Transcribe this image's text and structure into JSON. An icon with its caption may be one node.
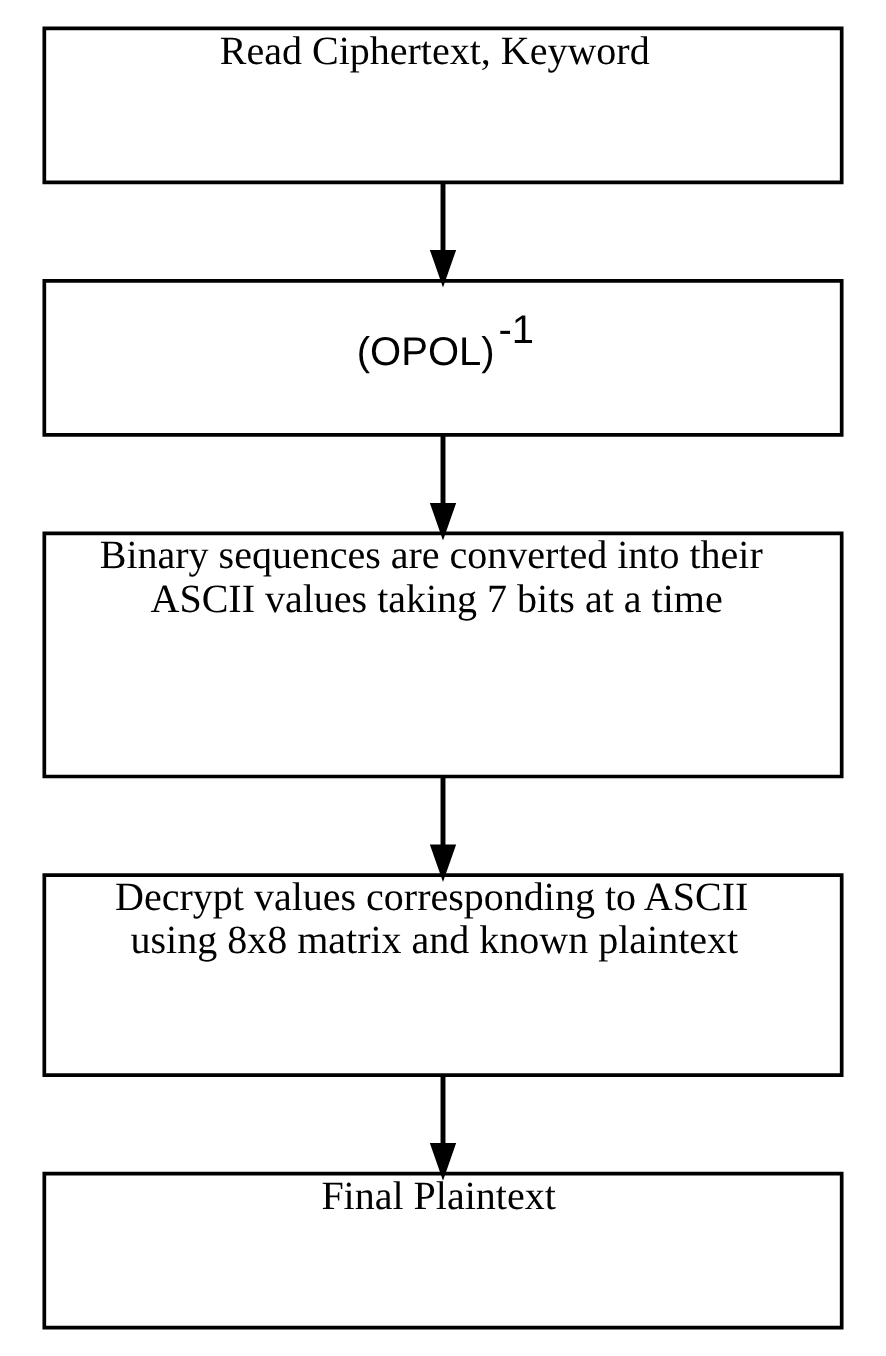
{
  "diagram": {
    "nodes": [
      {
        "text": [
          "Read Ciphertext, Keyword"
        ]
      },
      {
        "text": [
          "(OPOL)$^{-1}$"
        ]
      },
      {
        "text": [
          "Binary sequences are converted into their ASCII values taking 7 bits at a time"
        ]
      },
      {
        "text": [
          "Decrypt values corresponding to ASCII using 8x8 matrix and known plaintext"
        ]
      },
      {
        "text": [
          "Final Plaintext"
        ]
      }
    ],
    "edges": [
      {
        "from": 0,
        "to": 1,
        "arrow": "to"
      },
      {
        "from": 1,
        "to": 2,
        "arrow": "to"
      },
      {
        "from": 2,
        "to": 3,
        "arrow": "to"
      },
      {
        "from": 3,
        "to": 4,
        "arrow": "to"
      }
    ]
  }
}
